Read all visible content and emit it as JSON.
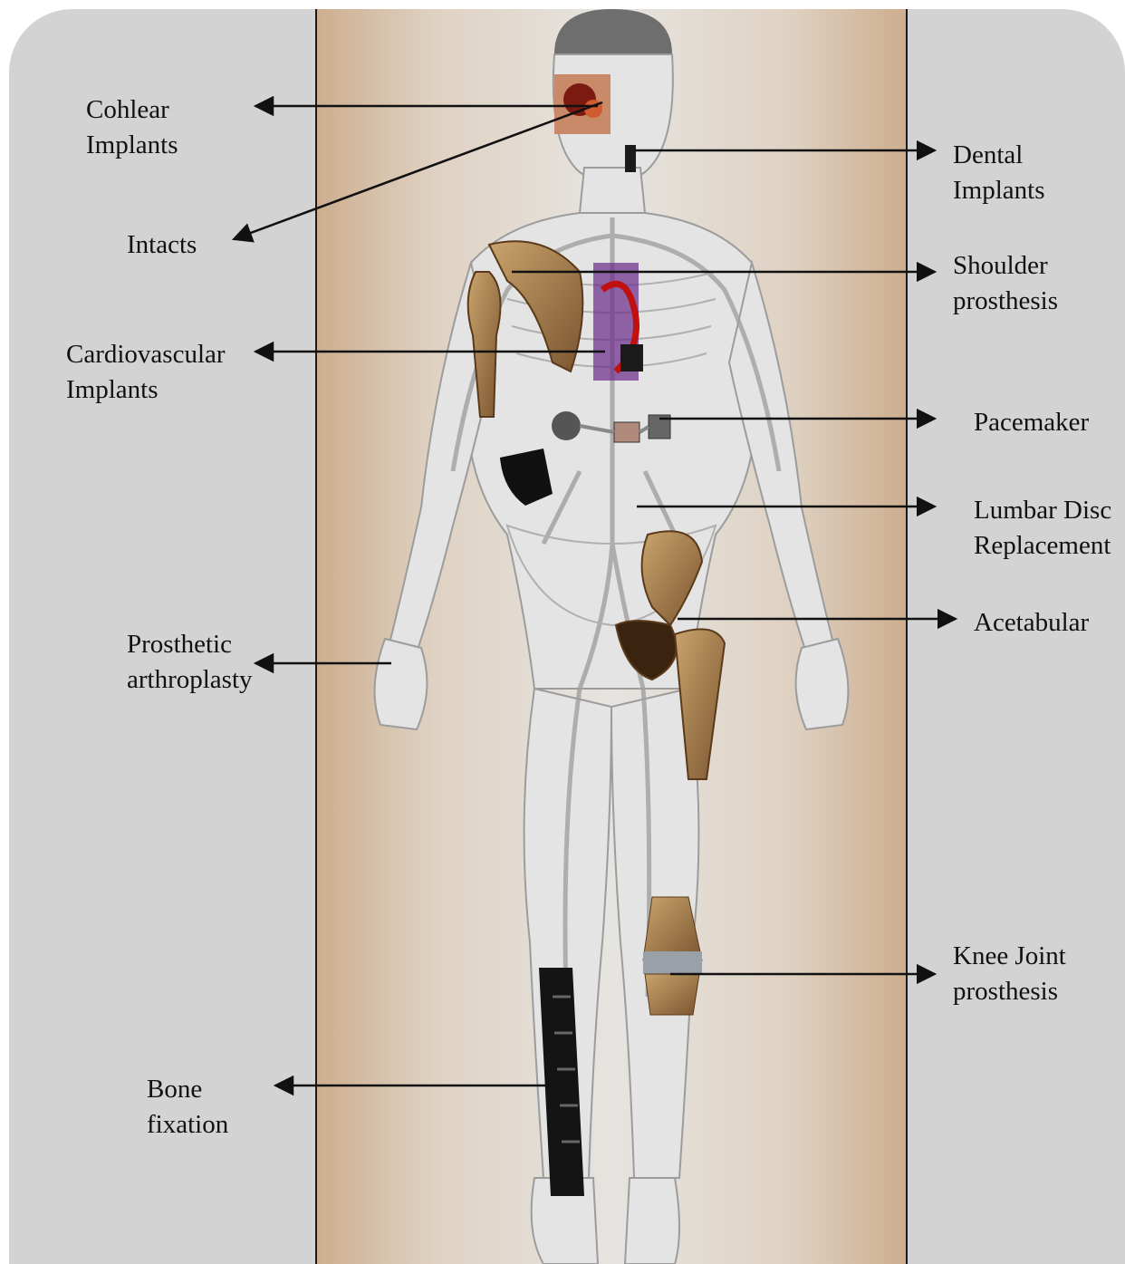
{
  "labels": {
    "cochlear": [
      "Cohlear",
      "Implants"
    ],
    "intacts": [
      "Intacts"
    ],
    "cardiovascular": [
      "Cardiovascular",
      "Implants"
    ],
    "prosthetic": [
      "Prosthetic",
      "arthroplasty"
    ],
    "bone": [
      "Bone",
      "fixation"
    ],
    "dental": [
      "Dental",
      "Implants"
    ],
    "shoulder": [
      "Shoulder",
      "prosthesis"
    ],
    "pacemaker": [
      "Pacemaker"
    ],
    "lumbar": [
      "Lumbar Disc",
      "Replacement"
    ],
    "acetabular": [
      "Acetabular"
    ],
    "knee": [
      "Knee Joint",
      "prosthesis"
    ]
  },
  "colors": {
    "panel": "#d3d3d3",
    "band_edge": "#cdae8f",
    "band_center": "#e6e4e0",
    "bone": "#b08850",
    "implant_dark": "#1a1a1a",
    "vessel": "#9a9a9a"
  }
}
